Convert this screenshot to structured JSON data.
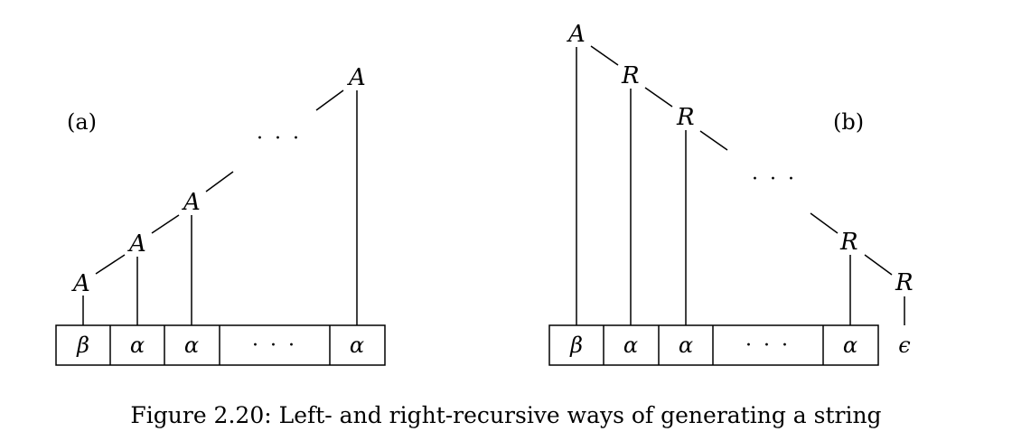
{
  "caption": "Figure 2.20: Left- and right-recursive ways of generating a string",
  "diagram_a": {
    "label": "(a)",
    "nodes": [
      "A",
      "A",
      "A",
      "A"
    ],
    "ellipsis": "· · ·",
    "cells": [
      "β",
      "α",
      "α",
      "· · ·",
      "α"
    ]
  },
  "diagram_b": {
    "label": "(b)",
    "nodes": [
      "A",
      "R",
      "R",
      "R",
      "R"
    ],
    "ellipsis": "· · ·",
    "cells": [
      "β",
      "α",
      "α",
      "· · ·",
      "α"
    ],
    "epsilon": "ϵ"
  }
}
